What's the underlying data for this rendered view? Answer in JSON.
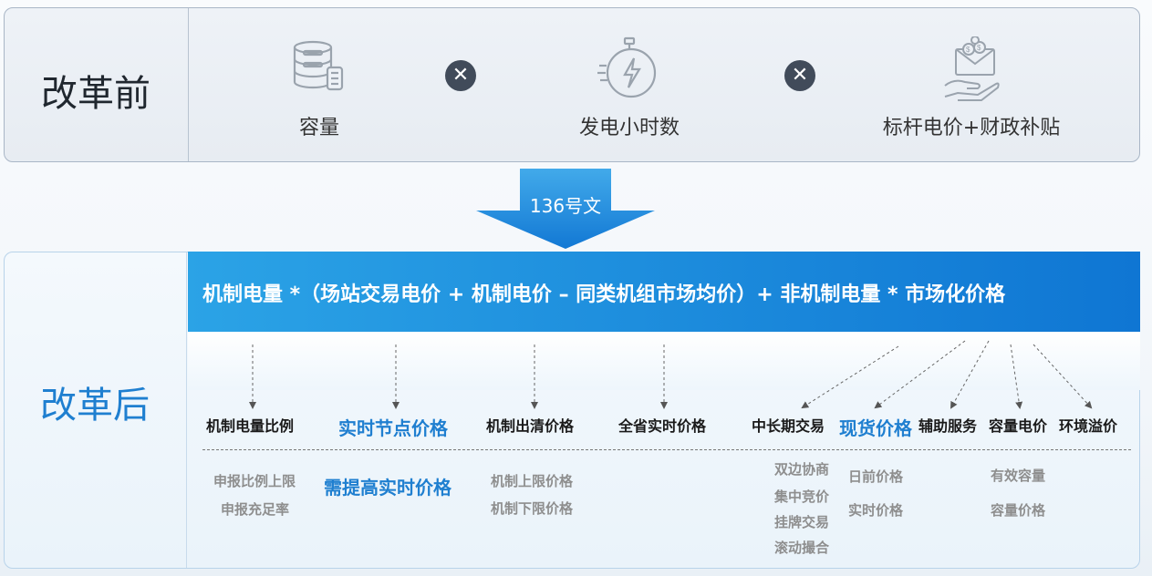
{
  "before": {
    "label": "改革前",
    "factors": [
      {
        "label": "容量",
        "icon": "database-icon"
      },
      {
        "label": "发电小时数",
        "icon": "stopwatch-lightning-icon"
      },
      {
        "label": "标杆电价+财政补贴",
        "icon": "money-hand-icon"
      }
    ],
    "operator": "✕"
  },
  "arrow": {
    "label": "136号文"
  },
  "after": {
    "label": "改革后",
    "formula": "机制电量 *（场站交易电价 + 机制电价 – 同类机组市场均价）+ 非机制电量 * 市场化价格",
    "components": [
      {
        "label": "机制电量比例",
        "subs": [
          "申报比例上限",
          "申报充足率"
        ]
      },
      {
        "label": "实时节点价格",
        "subs": [
          "需提高实时价格"
        ]
      },
      {
        "label": "机制出清价格",
        "subs": [
          "机制上限价格",
          "机制下限价格"
        ]
      },
      {
        "label": "全省实时价格",
        "subs": []
      },
      {
        "label": "中长期交易",
        "subs": [
          "双边协商",
          "集中竞价",
          "挂牌交易",
          "滚动撮合"
        ]
      },
      {
        "label": "现货价格",
        "subs": [
          "日前价格",
          "实时价格"
        ]
      },
      {
        "label": "辅助服务",
        "subs": []
      },
      {
        "label": "容量电价",
        "subs": [
          "有效容量",
          "容量价格"
        ]
      },
      {
        "label": "环境溢价",
        "subs": []
      }
    ]
  },
  "colors": {
    "accent": "#1f7fd0",
    "formula_bar": "#0f76d3",
    "icon_gray": "#9aa3ad"
  }
}
